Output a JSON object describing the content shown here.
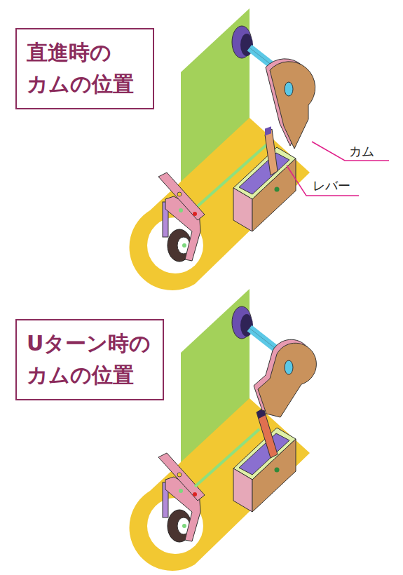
{
  "diagram": {
    "nodes": [
      {
        "text": [
          "直進時の カムの位置"
        ]
      },
      {
        "text": [
          "Uターン時の カムの位置"
        ]
      }
    ],
    "labels": [
      "カム",
      "レバー"
    ]
  }
}
